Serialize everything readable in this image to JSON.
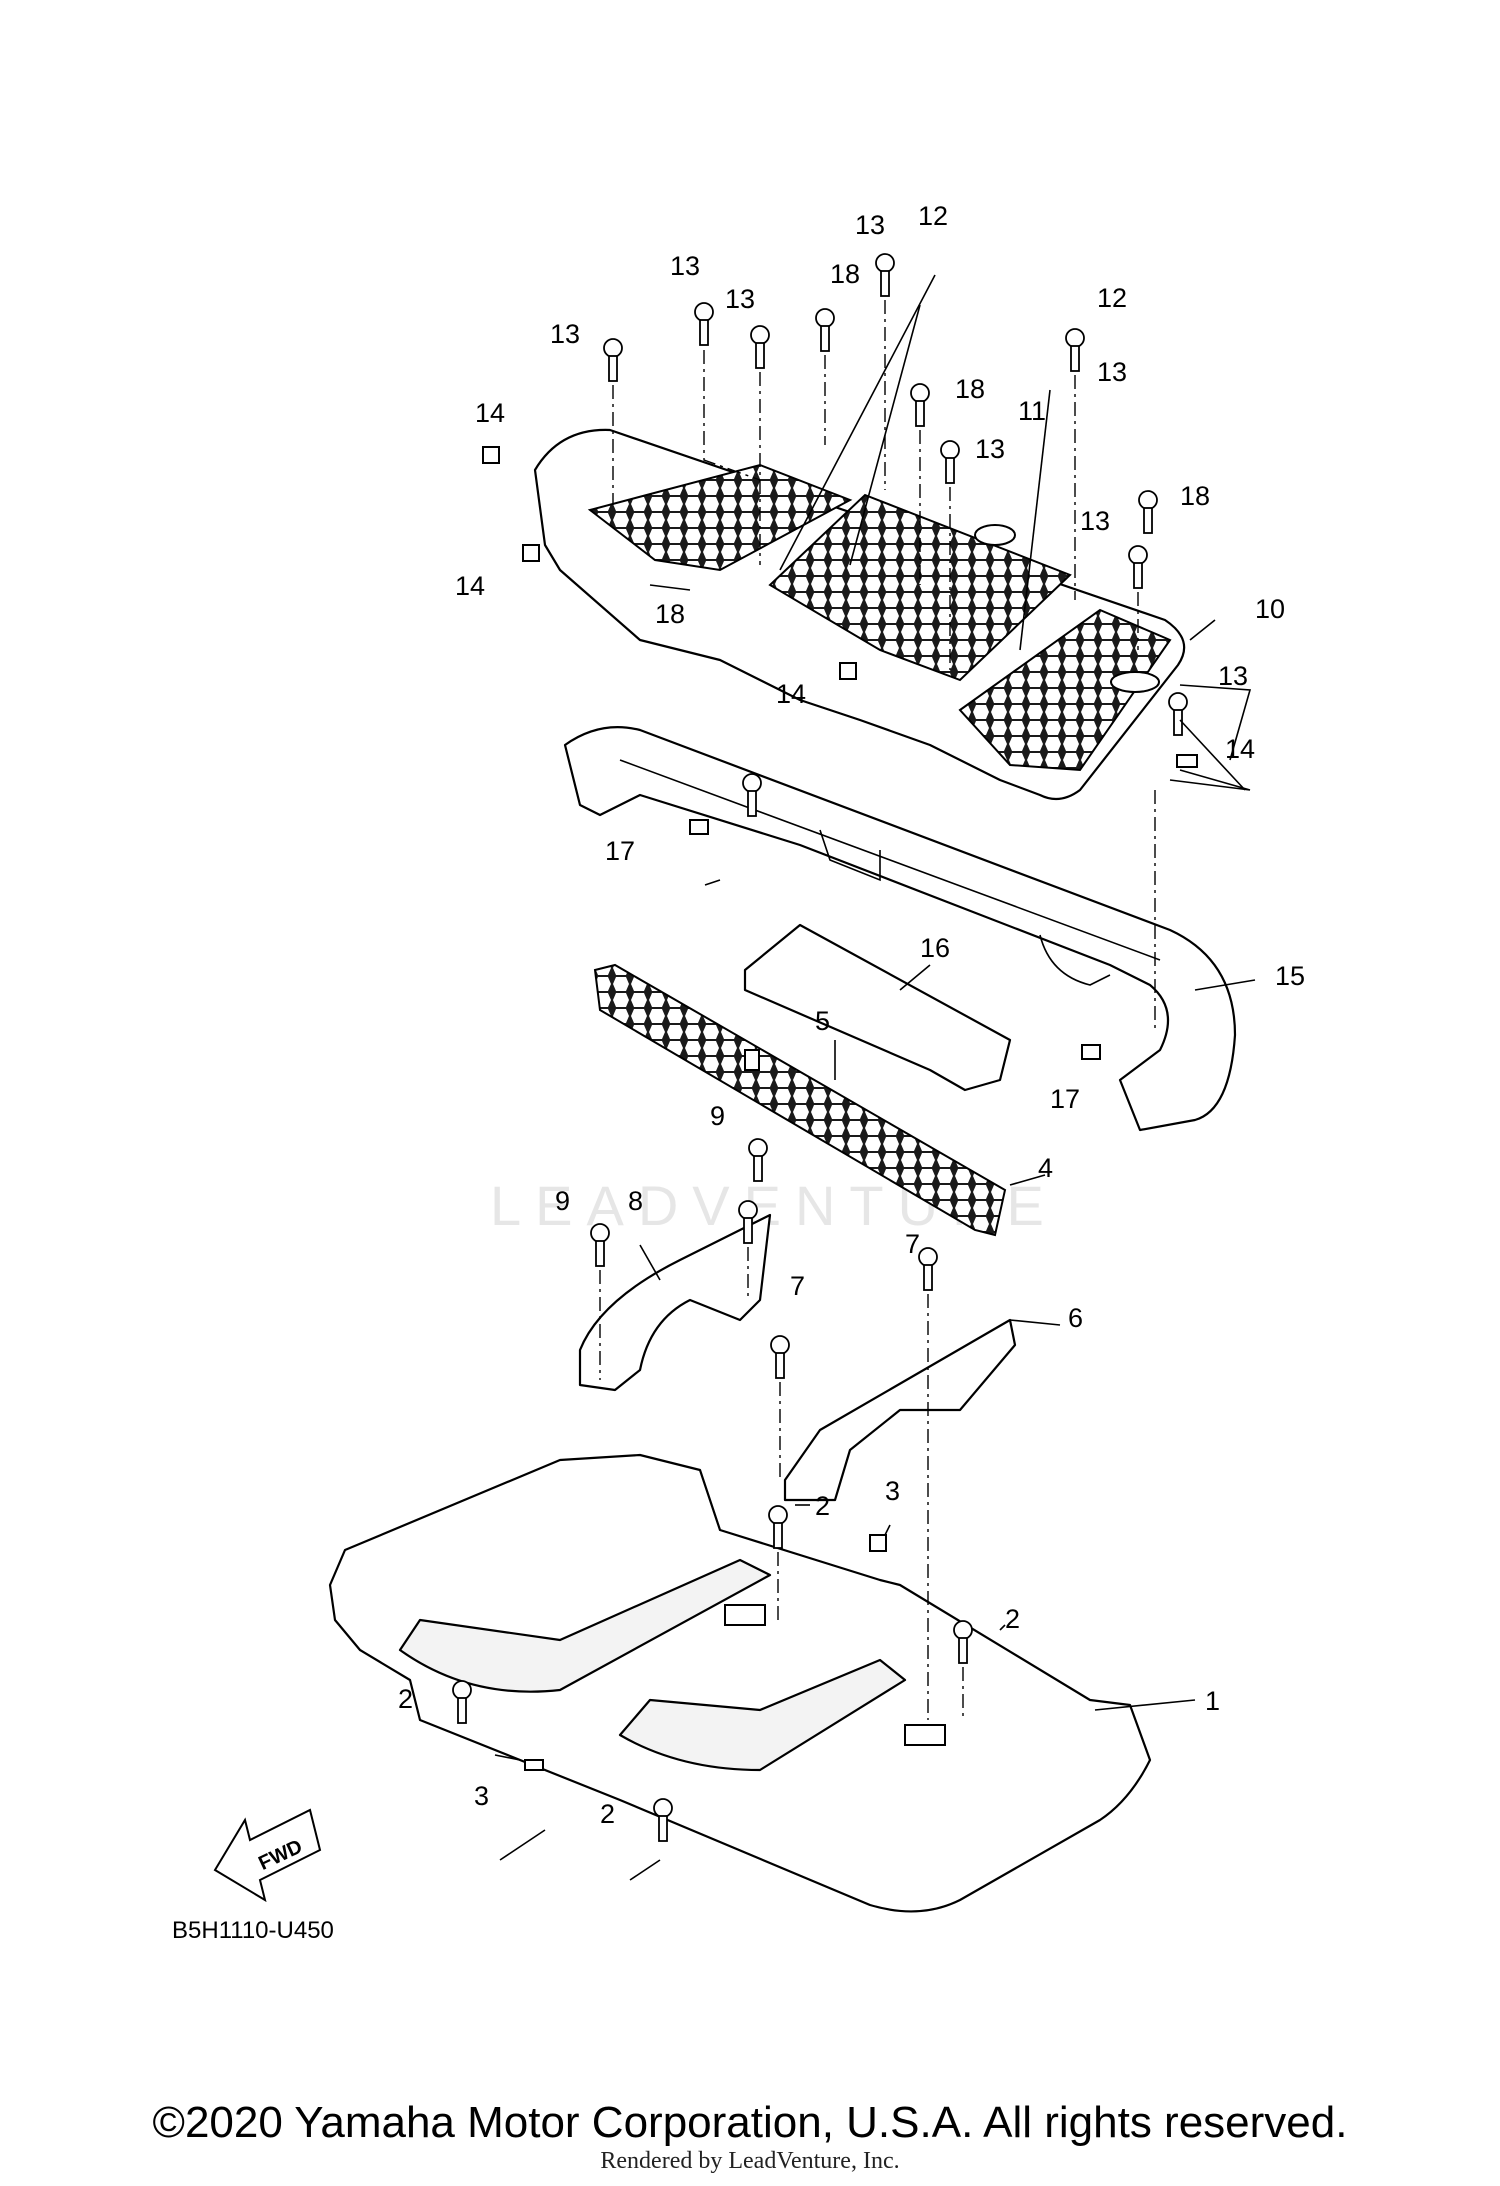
{
  "diagram": {
    "code": "B5H1110-U450",
    "fwd_label": "FWD",
    "watermark": "LEADVENTURE",
    "callouts": [
      {
        "id": "c1",
        "label": "1"
      },
      {
        "id": "c2a",
        "label": "2"
      },
      {
        "id": "c2b",
        "label": "2"
      },
      {
        "id": "c2c",
        "label": "2"
      },
      {
        "id": "c2d",
        "label": "2"
      },
      {
        "id": "c3a",
        "label": "3"
      },
      {
        "id": "c3b",
        "label": "3"
      },
      {
        "id": "c4",
        "label": "4"
      },
      {
        "id": "c5",
        "label": "5"
      },
      {
        "id": "c6",
        "label": "6"
      },
      {
        "id": "c7a",
        "label": "7"
      },
      {
        "id": "c7b",
        "label": "7"
      },
      {
        "id": "c8",
        "label": "8"
      },
      {
        "id": "c9a",
        "label": "9"
      },
      {
        "id": "c9b",
        "label": "9"
      },
      {
        "id": "c10",
        "label": "10"
      },
      {
        "id": "c11",
        "label": "11"
      },
      {
        "id": "c12a",
        "label": "12"
      },
      {
        "id": "c12b",
        "label": "12"
      },
      {
        "id": "c13a",
        "label": "13"
      },
      {
        "id": "c13b",
        "label": "13"
      },
      {
        "id": "c13c",
        "label": "13"
      },
      {
        "id": "c13d",
        "label": "13"
      },
      {
        "id": "c13e",
        "label": "13"
      },
      {
        "id": "c13f",
        "label": "13"
      },
      {
        "id": "c13g",
        "label": "13"
      },
      {
        "id": "c13h",
        "label": "13"
      },
      {
        "id": "c14a",
        "label": "14"
      },
      {
        "id": "c14b",
        "label": "14"
      },
      {
        "id": "c14c",
        "label": "14"
      },
      {
        "id": "c14d",
        "label": "14"
      },
      {
        "id": "c15",
        "label": "15"
      },
      {
        "id": "c16",
        "label": "16"
      },
      {
        "id": "c17a",
        "label": "17"
      },
      {
        "id": "c17b",
        "label": "17"
      },
      {
        "id": "c18a",
        "label": "18"
      },
      {
        "id": "c18b",
        "label": "18"
      },
      {
        "id": "c18c",
        "label": "18"
      },
      {
        "id": "c18d",
        "label": "18"
      }
    ]
  },
  "footer": {
    "copyright": "©2020 Yamaha Motor Corporation, U.S.A. All rights reserved.",
    "rendered_by": "Rendered by LeadVenture, Inc."
  }
}
